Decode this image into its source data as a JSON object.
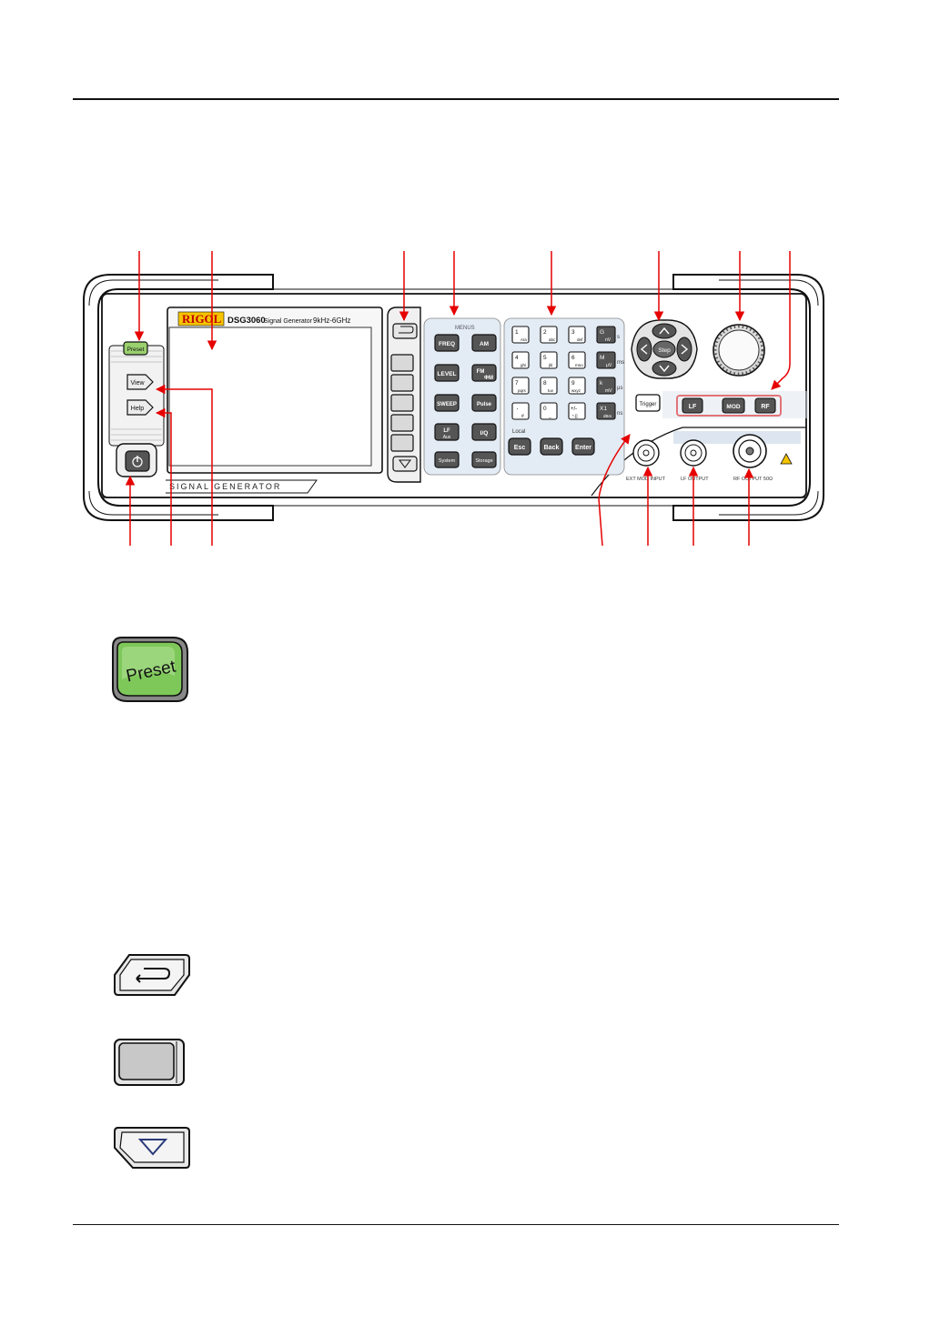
{
  "panel": {
    "brand": "RIGOL",
    "model": "DSG3060",
    "subtitle": "Signal Generator",
    "freq_range": "9kHz-6GHz",
    "series_text": "SIGNAL GENERATOR"
  },
  "keys": {
    "preset": "Preset",
    "view": "View",
    "help": "Help",
    "menus_label": "MENUS",
    "freq": "FREQ",
    "am": "AM",
    "level": "LEVEL",
    "fm": "FM",
    "fm_sub": "ΦM",
    "sweep": "SWEEP",
    "pulse": "Pulse",
    "lf": "LF",
    "lf_sub": "Aux",
    "iq": "I/Q",
    "system": "System",
    "storage": "Storage",
    "trigger": "Trigger",
    "step": "Step",
    "esc": "Esc",
    "back": "Back",
    "enter": "Enter",
    "local": "Local",
    "lf_out": "LF",
    "mod": "MOD",
    "rf": "RF"
  },
  "numpad": [
    {
      "num": "1",
      "sub": "A/a"
    },
    {
      "num": "2",
      "sub": "abc"
    },
    {
      "num": "3",
      "sub": "def"
    },
    {
      "num": "4",
      "sub": "ghi"
    },
    {
      "num": "5",
      "sub": "jkl"
    },
    {
      "num": "6",
      "sub": "mno"
    },
    {
      "num": "7",
      "sub": "pqrs"
    },
    {
      "num": "8",
      "sub": "tuv"
    },
    {
      "num": "9",
      "sub": "wxyz"
    },
    {
      "num": "·",
      "sub": "#"
    },
    {
      "num": "0",
      "sub": "_"
    },
    {
      "num": "+/-",
      "sub": "*.[]"
    }
  ],
  "units": [
    {
      "key": "G",
      "sub": "nV",
      "side": "s"
    },
    {
      "key": "M",
      "sub": "μV",
      "side": "ms"
    },
    {
      "key": "k",
      "sub": "mV",
      "side": "μs"
    },
    {
      "key": "X1",
      "sub": "dBm",
      "side": "ns"
    }
  ],
  "connectors": {
    "ext_mod": "EXT MOD INPUT",
    "lf_output": "LF OUTPUT",
    "rf_output": "RF OUTPUT 50Ω"
  }
}
